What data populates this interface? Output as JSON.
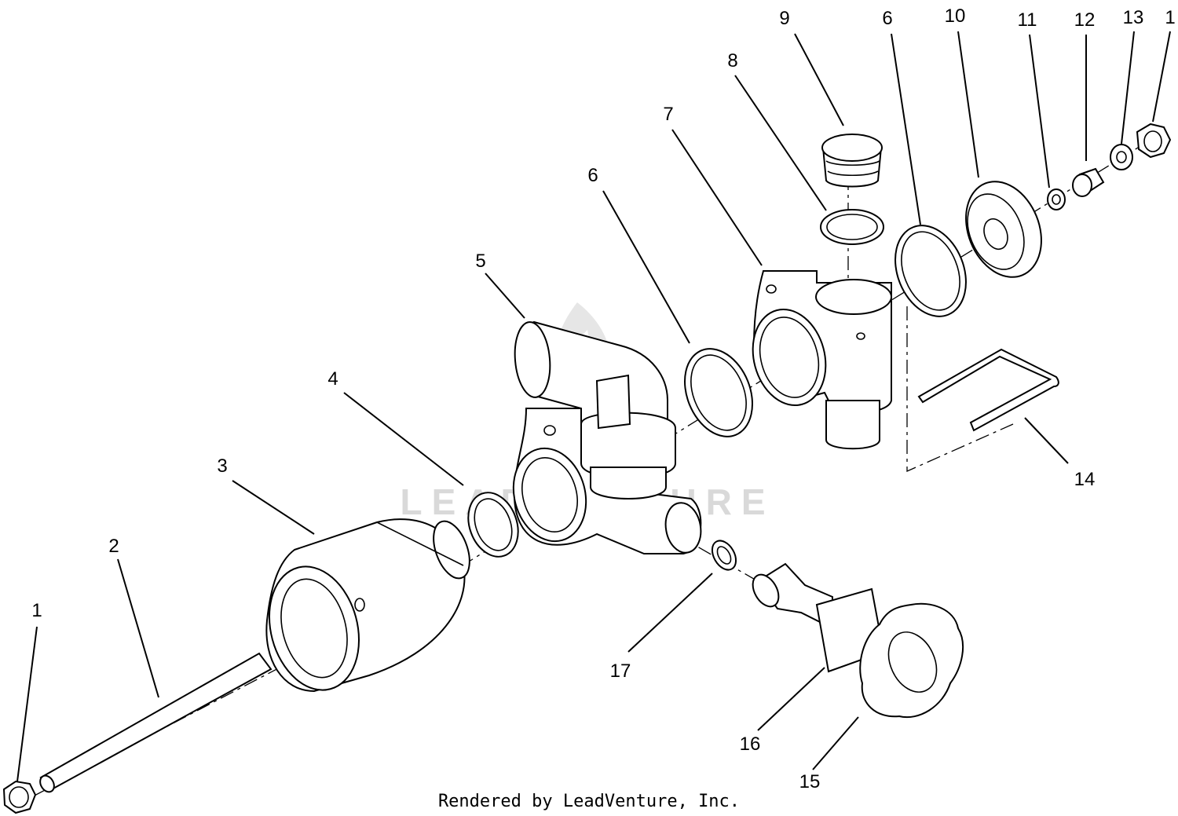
{
  "watermark": "LEADVENTURE",
  "footer": "Rendered by LeadVenture, Inc.",
  "callouts": [
    {
      "label": "1"
    },
    {
      "label": "2"
    },
    {
      "label": "3"
    },
    {
      "label": "4"
    },
    {
      "label": "5"
    },
    {
      "label": "6"
    },
    {
      "label": "6"
    },
    {
      "label": "7"
    },
    {
      "label": "8"
    },
    {
      "label": "9"
    },
    {
      "label": "10"
    },
    {
      "label": "11"
    },
    {
      "label": "12"
    },
    {
      "label": "13"
    },
    {
      "label": "1"
    },
    {
      "label": "14"
    },
    {
      "label": "15"
    },
    {
      "label": "16"
    },
    {
      "label": "17"
    }
  ]
}
